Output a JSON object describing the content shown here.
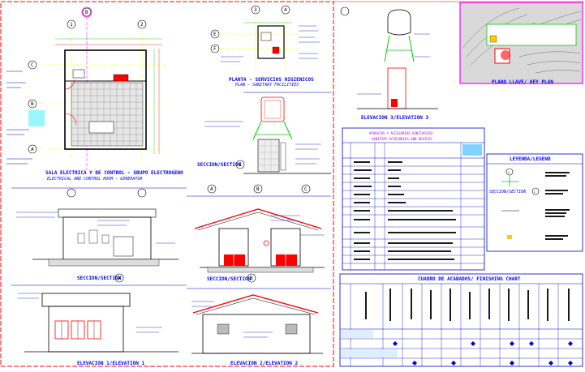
{
  "drawings": {
    "electrical_room": {
      "title": "SALA ELECTRICA Y DE CONTROL - GRUPO ELECTROGENO",
      "subtitle": "ELECTRICAL AND CONTROL ROOM - GENERATOR",
      "grid_cols": [
        "1",
        "2"
      ],
      "grid_rows": [
        "A",
        "B",
        "C"
      ],
      "grid_top_right": "B"
    },
    "plan_sanitary": {
      "title": "PLANTA - SERVICIOS HIGIENICOS",
      "subtitle": "PLAN - SANITARY FACILITIES",
      "grid_cols": [
        "3",
        "4"
      ],
      "grid_rows": [
        "E",
        "F"
      ]
    },
    "section_c": {
      "title": "SECCION/SECTION",
      "tag": "C"
    },
    "elevation_3": {
      "title": "ELEVACION 3/ELEVATION 3"
    },
    "key_plan": {
      "title": "PLANO LLAVE/ KEY PLAN"
    },
    "section_a": {
      "title": "SECCION/SECTION",
      "tag": "A"
    },
    "section_b": {
      "title": "SECCION/SECTION",
      "tag": "B",
      "grid_cols": [
        "A",
        "B",
        "C"
      ]
    },
    "elevation_1": {
      "title": "ELEVACION 1/ELEVATION 1"
    },
    "elevation_2": {
      "title": "ELEVACION 2/ELEVATION 2"
    }
  },
  "sanitary_table": {
    "title": "APARATOS Y ACCESORIOS SANITARIOS/",
    "subtitle": "SANITARY ACCESORIES AND DEVICES",
    "rows": 12
  },
  "legend": {
    "title": "LEYENDA/LEGEND",
    "section_label": "SECCION/SECTION",
    "section_tag": "C",
    "grid_tag": "A"
  },
  "finish_chart": {
    "title": "CUADRO DE ACABADOS/ FINISHING CHART",
    "columns": 11,
    "rows": 3
  },
  "colors": {
    "frame": "#ff0000",
    "text_blue": "#0000ff",
    "grid_yellow": "#ffff00",
    "accent_magenta": "#ff00ff",
    "green": "#00cc00"
  }
}
